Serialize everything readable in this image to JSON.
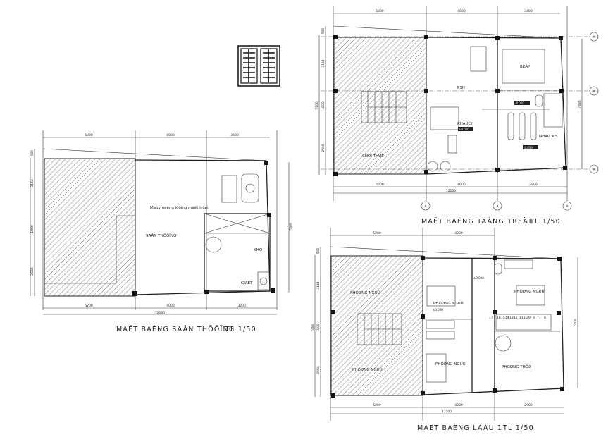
{
  "plans": [
    {
      "title": "MAËT BAÈNG SAÂN THÖÔÏNG",
      "scale": "TL 1/50",
      "dims_top": [
        "5200",
        "4000",
        "3400"
      ],
      "dims_bottom": [
        "5200",
        "4000",
        "3200"
      ],
      "dims_total": "12100",
      "dims_left": [
        "500",
        "3144",
        "1800",
        "2556"
      ],
      "dims_right": "7200",
      "rooms": [
        "SAÂN THÖÔÏNG",
        "KHO",
        "GIAËT"
      ],
      "note": "Maùy naêng löôïng maët trôøi"
    },
    {
      "title": "MAËT BAÈNG TAÀNG TREÄT",
      "scale": "TL 1/50",
      "dims_top": [
        "5200",
        "4000",
        "3400"
      ],
      "dims_bottom": [
        "5200",
        "4000",
        "2900"
      ],
      "dims_total": "12100",
      "dims_left": [
        "500",
        "3144",
        "1800",
        "2556"
      ],
      "dims_left_total": "7200",
      "dims_right": "7480",
      "rooms": [
        "BEÁP",
        "PSH",
        "KHAÙCH",
        "NHAØ XE",
        "CHÔÏ THUÊ"
      ],
      "levels": [
        "±0.000",
        "-0.020",
        "-0.050"
      ],
      "grid_bubbles": [
        "A",
        "A",
        "A",
        "A",
        "A",
        "A"
      ]
    },
    {
      "title": "MAËT BAÈNG LAÀU 1",
      "scale": "TL 1/50",
      "dims_top": [
        "5200",
        "4000"
      ],
      "dims_bottom": [
        "5200",
        "4000",
        "2900"
      ],
      "dims_total": "12100",
      "dims_left": [
        "500",
        "3144",
        "1800",
        "2556"
      ],
      "dims_left_total": "7480",
      "dims_right": "7200",
      "rooms": [
        "PHOØNG NGUÛ",
        "PHOØNG NGUÛ",
        "PHOØNG NGUÛ",
        "PHOØNG THÔØ",
        "PHOØNG NGUÛ",
        "PHOØNG NGUÛ"
      ],
      "levels": [
        "±0.000",
        "±0.000"
      ],
      "stair_numbers": [
        "17",
        "16",
        "15",
        "14",
        "13",
        "12",
        "11",
        "10",
        "9",
        "8",
        "7",
        "6"
      ]
    }
  ]
}
